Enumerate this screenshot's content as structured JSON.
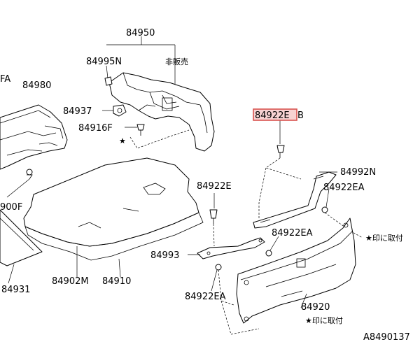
{
  "diagram": {
    "labels": {
      "p84950": "84950",
      "p84995n": "84995N",
      "not_for_sale": "非販売",
      "p84937": "84937",
      "p84916f": "84916F",
      "fa": "FA",
      "p84980": "84980",
      "star": "★",
      "p84922eb": "84922E",
      "p84922eb_suffix": "B",
      "p84992n": "84992N",
      "p84922e": "84922E",
      "p84922ea_1": "84922EA",
      "p84922ea_2": "84922EA",
      "p84922ea_3": "84922EA",
      "attach_mark_1": "★印に取付",
      "attach_mark_2": "★印に取付",
      "p84993": "84993",
      "p84920": "84920",
      "p900f": "900F",
      "p84931": "84931",
      "p84902m": "84902M",
      "p84910": "84910",
      "ref_code": "A8490137"
    },
    "highlight_color": "#d9534f"
  }
}
